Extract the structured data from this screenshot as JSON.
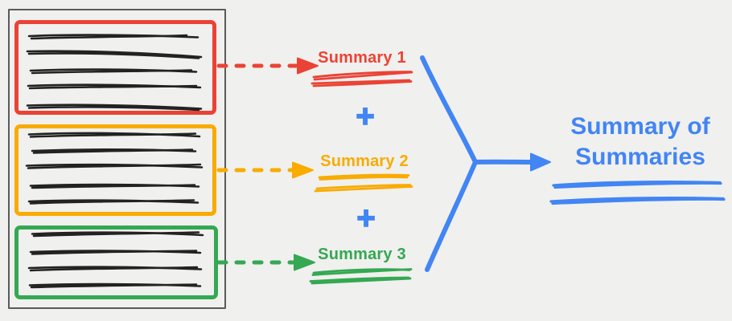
{
  "colors": {
    "background": "#f0f0ee",
    "red": "#ea4335",
    "orange": "#f9ab00",
    "green": "#34a853",
    "blue": "#4285f4",
    "ink": "#222222",
    "document_border": "#5a5a5c"
  },
  "source_document": {
    "sections": [
      {
        "position": "top",
        "color_name": "red",
        "scribble_text_lines": 5
      },
      {
        "position": "middle",
        "color_name": "orange",
        "scribble_text_lines": 5
      },
      {
        "position": "bottom",
        "color_name": "green",
        "scribble_text_lines": 4
      }
    ]
  },
  "summaries": [
    {
      "label": "Summary 1",
      "color_name": "red"
    },
    {
      "label": "Summary 2",
      "color_name": "orange"
    },
    {
      "label": "Summary 3",
      "color_name": "green"
    }
  ],
  "operator": "+",
  "result": {
    "label": "Summary of Summaries",
    "color_name": "blue"
  }
}
